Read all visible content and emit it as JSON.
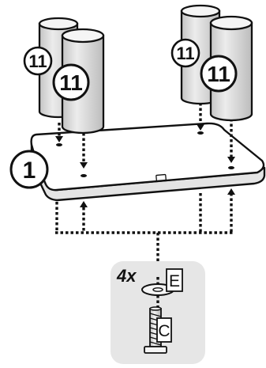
{
  "leg_badge_left_back": "11",
  "leg_badge_left_front": "11",
  "leg_badge_right_back": "11",
  "leg_badge_right_front": "11",
  "tabletop_badge": "1",
  "quantity": "4x",
  "screw_part_letter": "C",
  "washer_part_letter": "E",
  "colors": {
    "ink": "#111111",
    "leg_fill": "#dcdcdc",
    "leg_shade": "#b8b8b8",
    "panel": "#e6e6e6",
    "paper": "#ffffff"
  }
}
